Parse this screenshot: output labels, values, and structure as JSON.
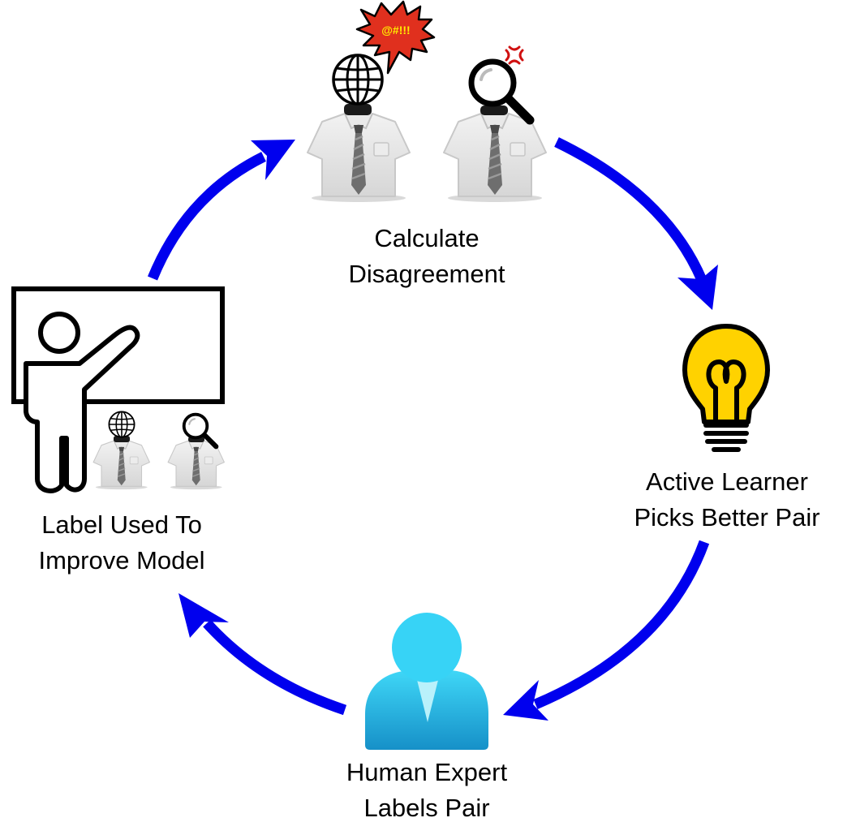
{
  "steps": [
    {
      "id": "disagreement",
      "line1": "Calculate",
      "line2": "Disagreement"
    },
    {
      "id": "active",
      "line1": "Active Learner",
      "line2": "Picks Better Pair"
    },
    {
      "id": "human",
      "line1": "Human Expert",
      "line2": "Labels Pair"
    },
    {
      "id": "improve",
      "line1": "Label Used To",
      "line2": "Improve Model"
    }
  ],
  "speech_bubble": {
    "text": "@#!!!"
  },
  "colors": {
    "arrow": "#0000ee",
    "bulb": "#ffd200",
    "bubble": "#e0301e",
    "bubble_text": "#ffee00",
    "person_light": "#3ccdf2",
    "person_dark": "#1e9fd0",
    "shirt": "#e6e6e6",
    "tie": "#6e6e6e"
  },
  "icons": [
    "globe-icon",
    "magnifier-icon",
    "anger-icon",
    "lightbulb-icon",
    "teacher-icon",
    "user-icon"
  ]
}
